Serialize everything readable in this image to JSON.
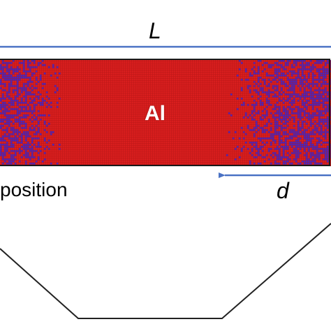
{
  "labels": {
    "length": "L",
    "depth": "d",
    "slab_region": "Al",
    "axis_caption": "position"
  },
  "colors": {
    "arrow": "#4a72c4",
    "atom_red": "#e02020",
    "atom_blue": "#3a28d8",
    "frame": "#1a1a1a",
    "profile": "#222222"
  }
}
